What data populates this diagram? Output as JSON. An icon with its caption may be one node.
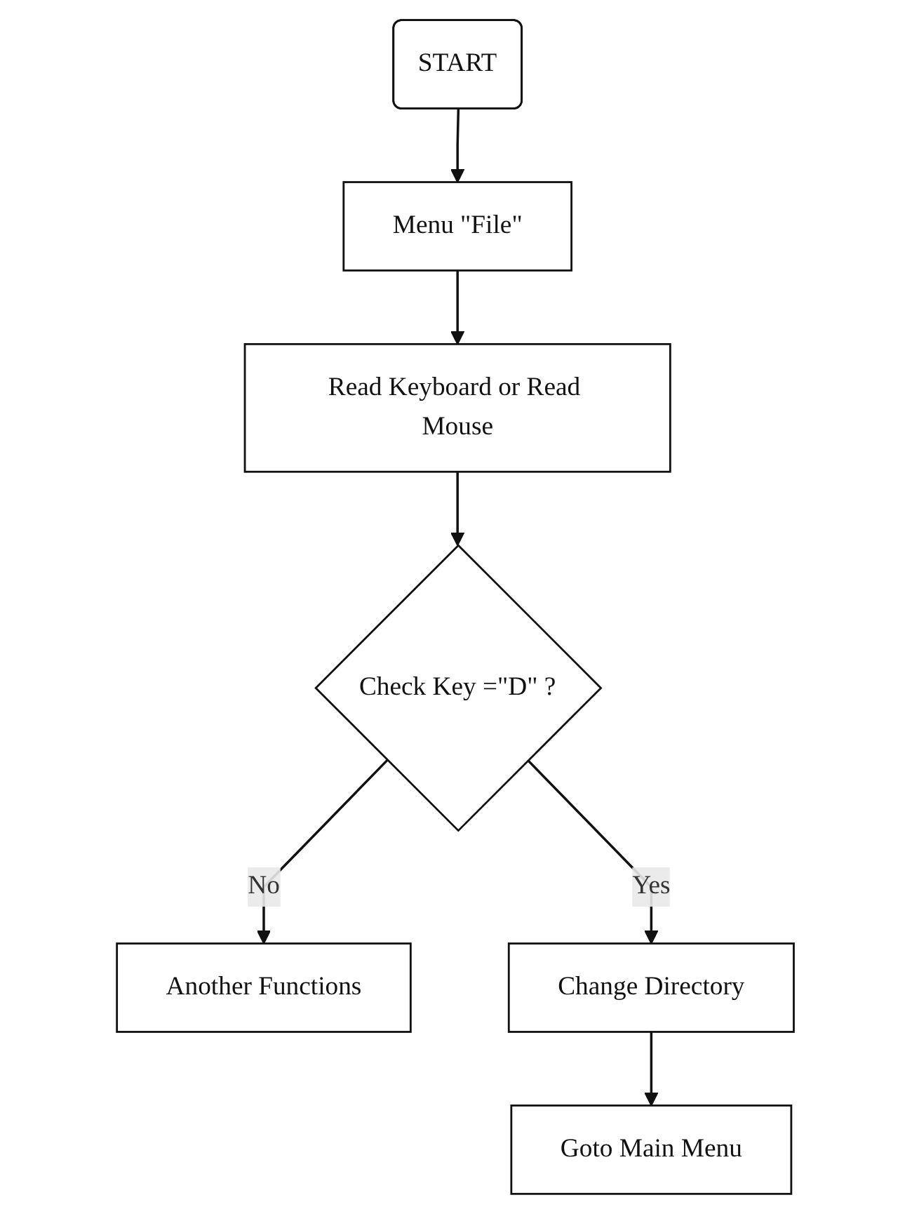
{
  "diagram": {
    "nodes": [
      {
        "text": [
          "START"
        ]
      },
      {
        "text": [
          "Menu \"File\""
        ]
      },
      {
        "text": [
          "Read Keyboard or Read Mouse"
        ]
      },
      {
        "text": [
          "Check Key =\"D\" ?"
        ]
      },
      {
        "text": [
          "Another Functions"
        ]
      },
      {
        "text": [
          "Change Directory"
        ]
      },
      {
        "text": [
          "Goto Main Menu"
        ]
      }
    ],
    "edges": [
      {
        "from": 0,
        "to": 1,
        "arrow": "to"
      },
      {
        "from": 1,
        "to": 2,
        "arrow": "to"
      },
      {
        "from": 2,
        "to": 3,
        "arrow": "to"
      },
      {
        "from": 3,
        "to": 4,
        "label": "No",
        "arrow": "to"
      },
      {
        "from": 3,
        "to": 5,
        "label": "Yes",
        "arrow": "to"
      },
      {
        "from": 5,
        "to": 6,
        "arrow": "to"
      }
    ]
  }
}
